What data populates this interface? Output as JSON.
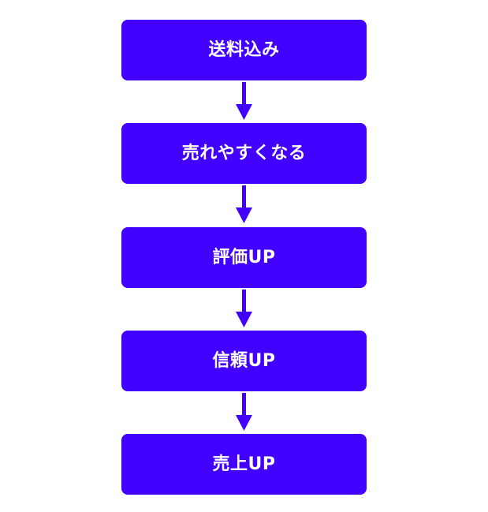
{
  "colors": {
    "box_fill": "#4200ff",
    "arrow": "#4200ff",
    "text": "#ffffff",
    "background": "#ffffff"
  },
  "steps": [
    {
      "label": "送料込み"
    },
    {
      "label": "売れやすくなる"
    },
    {
      "label": "評価UP"
    },
    {
      "label": "信頼UP"
    },
    {
      "label": "売上UP"
    }
  ],
  "connector_icon": "arrow-down-icon"
}
